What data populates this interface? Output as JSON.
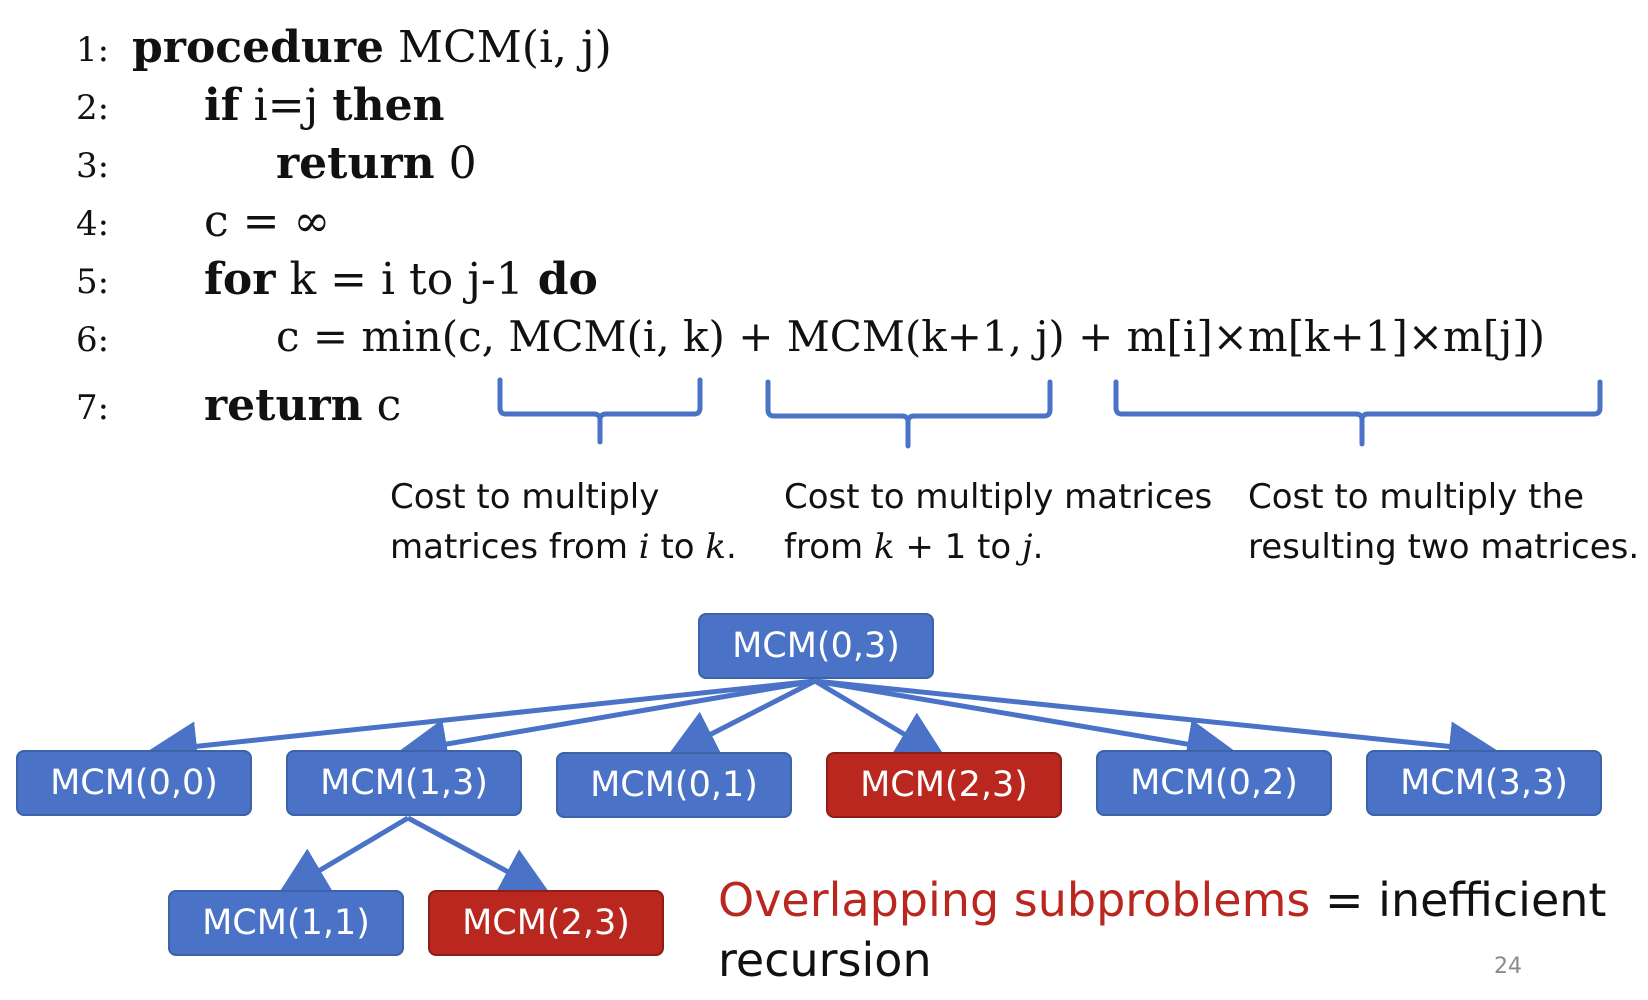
{
  "algorithm": {
    "lines": [
      {
        "num": "1:",
        "kw1": "procedure",
        "fn": "MCM",
        "rest": "(i, j)"
      },
      {
        "num": "2:",
        "kw1": "if",
        "mid": "i=j",
        "kw2": "then"
      },
      {
        "num": "3:",
        "kw1": "return",
        "rest": "0"
      },
      {
        "num": "4:",
        "text": "c = ∞"
      },
      {
        "num": "5:",
        "kw1": "for",
        "mid": "k = i to j-1",
        "kw2": "do"
      },
      {
        "num": "6:",
        "a": "c = min(c,",
        "fn1": "MCM",
        "b": "(i, k) +",
        "fn2": "MCM",
        "c": "(k+1, j) + m[i]×m[k+1]×m[j])"
      },
      {
        "num": "7:",
        "kw1": "return",
        "rest": "c"
      }
    ]
  },
  "annotations": {
    "a1": {
      "l1": "Cost to multiply",
      "l2a": "matrices from",
      "v1": "i",
      "l2b": "to",
      "v2": "k",
      "l2c": "."
    },
    "a2": {
      "l1": "Cost to multiply matrices",
      "l2a": "from",
      "v1": "k",
      "l2b": "+ 1 to",
      "v2": "j",
      "l2c": "."
    },
    "a3": {
      "l1": "Cost to multiply the",
      "l2": "resulting two matrices."
    }
  },
  "tree": {
    "root": "MCM(0,3)",
    "level1": [
      "MCM(0,0)",
      "MCM(1,3)",
      "MCM(0,1)",
      "MCM(2,3)",
      "MCM(0,2)",
      "MCM(3,3)"
    ],
    "level2": [
      "MCM(1,1)",
      "MCM(2,3)"
    ]
  },
  "caption": {
    "highlight": "Overlapping subproblems",
    "rest": "= inefficient",
    "line2": "recursion"
  },
  "page_number": "24",
  "colors": {
    "node_blue": "#4a72c6",
    "node_red": "#b9271f",
    "brace_blue": "#4a72c6",
    "highlight_red": "#b9271f"
  }
}
